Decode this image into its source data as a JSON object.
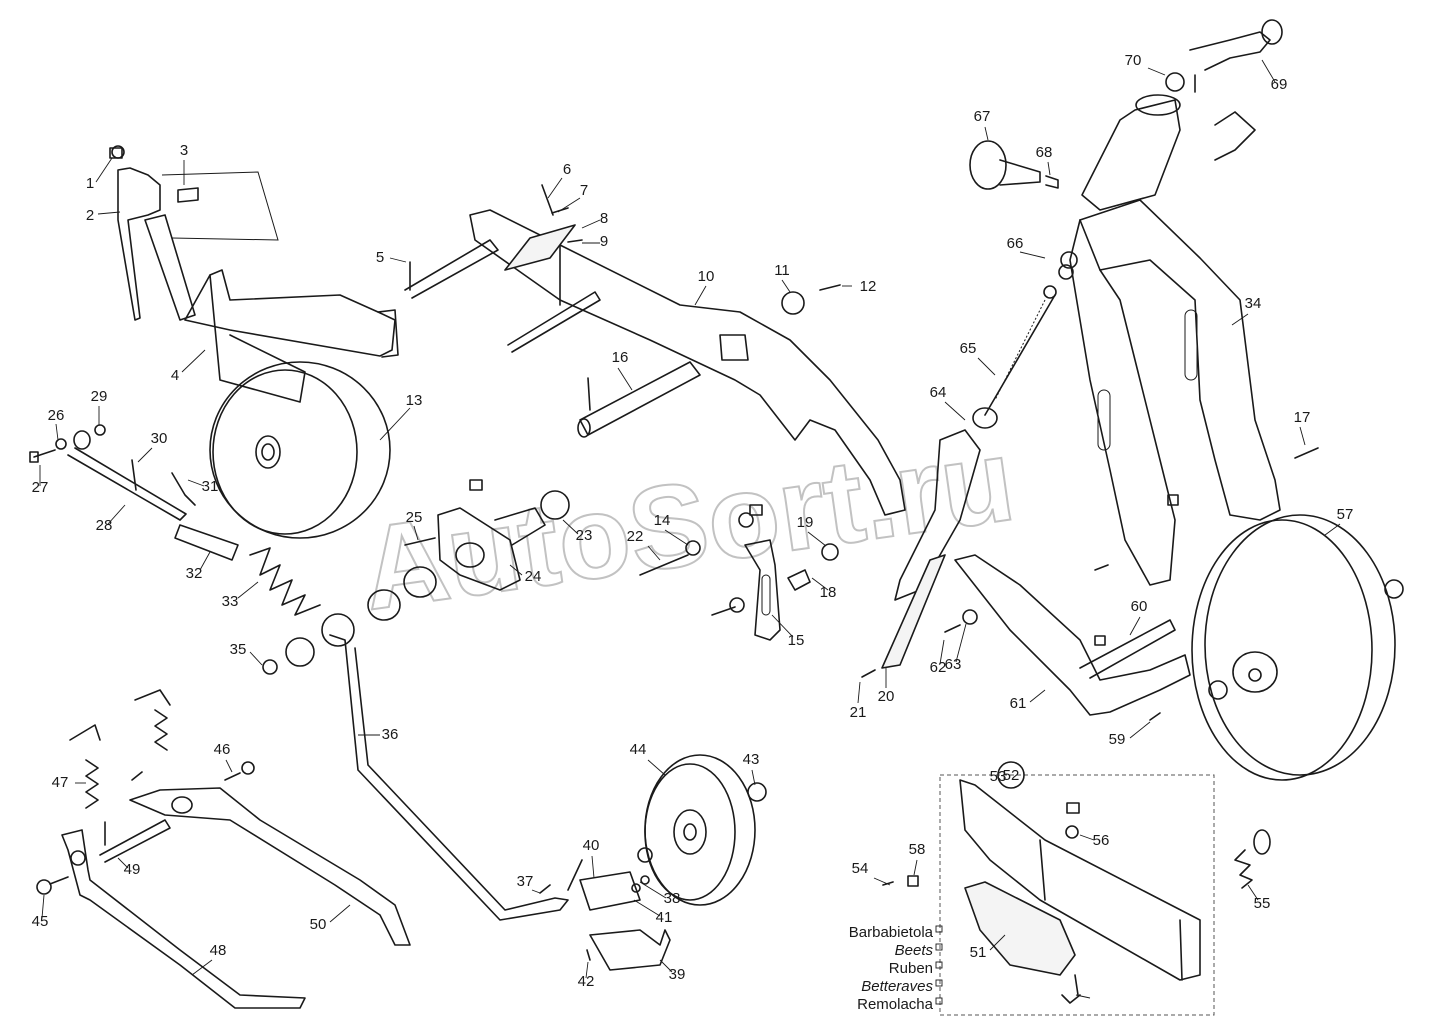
{
  "watermark": {
    "text": "AutoSort.ru",
    "color": "#b8b8b8"
  },
  "callouts": [
    "1",
    "2",
    "3",
    "4",
    "5",
    "6",
    "7",
    "8",
    "9",
    "10",
    "11",
    "12",
    "13",
    "14",
    "15",
    "16",
    "17",
    "18",
    "19",
    "20",
    "21",
    "22",
    "23",
    "24",
    "25",
    "26",
    "27",
    "28",
    "29",
    "30",
    "31",
    "32",
    "33",
    "34",
    "35",
    "36",
    "37",
    "38",
    "39",
    "40",
    "41",
    "42",
    "43",
    "44",
    "45",
    "46",
    "47",
    "48",
    "49",
    "50",
    "51",
    "52",
    "53",
    "54",
    "55",
    "56",
    "57",
    "58",
    "59",
    "60",
    "61",
    "62",
    "63",
    "64",
    "65",
    "66",
    "67",
    "68",
    "69",
    "70"
  ],
  "inset": {
    "group_number": "52",
    "labels": [
      "Barbabietola",
      "Beets",
      "Ruben",
      "Betteraves",
      "Remolacha"
    ]
  }
}
